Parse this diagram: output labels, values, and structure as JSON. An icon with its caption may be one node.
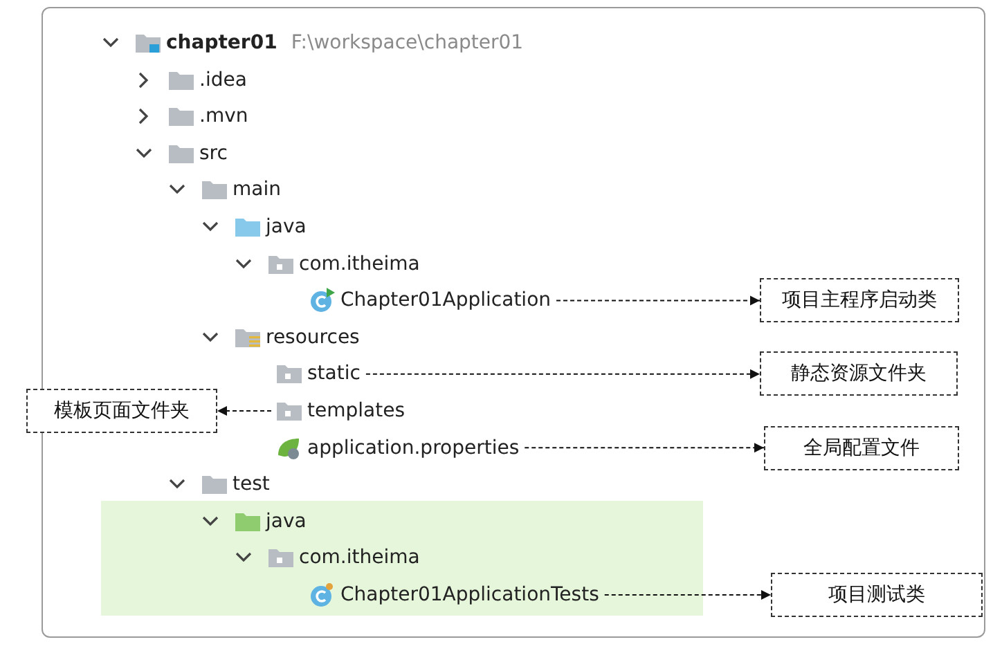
{
  "diagram": {
    "nodes": [
      {
        "text": [
          "Chapter01Application"
        ]
      },
      {
        "text": [
          "项目主程序启动类"
        ]
      },
      {
        "text": [
          "static"
        ]
      },
      {
        "text": [
          "静态资源文件夹"
        ]
      },
      {
        "text": [
          "模板页面文件夹"
        ]
      },
      {
        "text": [
          "templates"
        ]
      },
      {
        "text": [
          "application.properties"
        ]
      },
      {
        "text": [
          "全局配置文件"
        ]
      },
      {
        "text": [
          "java",
          "com.itheima"
        ]
      },
      {
        "text": [
          "Chapter01ApplicationTests"
        ],
        "in": 8
      },
      {
        "text": [
          "项目测试类"
        ]
      }
    ],
    "edges": [
      {
        "from": 0,
        "to": 1,
        "arrow": "to",
        "style": "dashed"
      },
      {
        "from": 2,
        "to": 3,
        "arrow": "to",
        "style": "dashed"
      },
      {
        "from": 5,
        "to": 4,
        "arrow": "to",
        "style": "dashed"
      },
      {
        "from": 6,
        "to": 7,
        "arrow": "to",
        "style": "dashed"
      },
      {
        "from": 9,
        "to": 10,
        "arrow": "to",
        "style": "dashed"
      }
    ],
    "labels": [
      "chapter01",
      "F:\\workspace\\chapter01",
      ".idea",
      ".mvn",
      "src",
      "main",
      "java",
      "com.itheima",
      "resources",
      "test"
    ]
  }
}
